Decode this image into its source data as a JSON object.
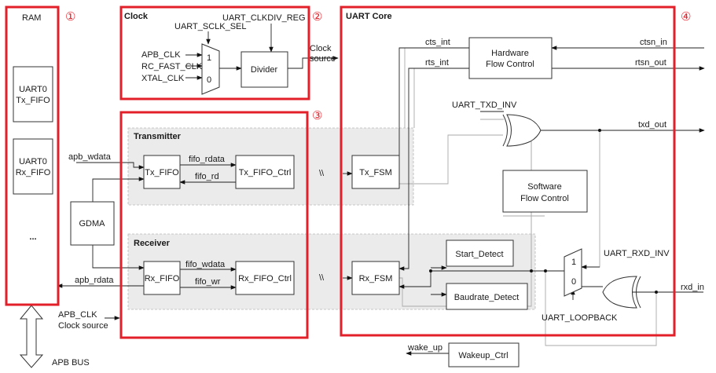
{
  "sections": {
    "ram": {
      "title": "RAM",
      "num": "①"
    },
    "clock": {
      "title": "Clock",
      "num": "②"
    },
    "transceiver": {
      "num": "③"
    },
    "core": {
      "title": "UART Core",
      "num": "④"
    }
  },
  "ram": {
    "tx_fifo": [
      "UART0",
      "Tx_FIFO"
    ],
    "rx_fifo": [
      "UART0",
      "Rx_FIFO"
    ],
    "more": "..."
  },
  "clock": {
    "clkdiv_reg": "UART_CLKDIV_REG",
    "sclk_sel": "UART_SCLK_SEL",
    "sources": [
      "APB_CLK",
      "RC_FAST_CLK",
      "XTAL_CLK"
    ],
    "mux_in1": "1",
    "mux_in0": "0",
    "divider": "Divider",
    "output": [
      "Clock",
      "source"
    ]
  },
  "transmitter": {
    "title": "Transmitter",
    "fifo": "Tx_FIFO",
    "fifo_ctrl": "Tx_FIFO_Ctrl",
    "fifo_rdata": "fifo_rdata",
    "fifo_rd": "fifo_rd",
    "fsm": "Tx_FSM",
    "link": "\\\\"
  },
  "receiver": {
    "title": "Receiver",
    "fifo": "Rx_FIFO",
    "fifo_ctrl": "Rx_FIFO_Ctrl",
    "fifo_wdata": "fifo_wdata",
    "fifo_wr": "fifo_wr",
    "fsm": "Rx_FSM",
    "link": "\\\\"
  },
  "bus": {
    "apb_wdata": "apb_wdata",
    "apb_rdata": "apb_rdata",
    "gdma": "GDMA",
    "apb_clk": "APB_CLK",
    "clock_source": "Clock source",
    "apb_bus": "APB BUS"
  },
  "core": {
    "cts_int": "cts_int",
    "rts_int": "rts_int",
    "hw_flow": [
      "Hardware",
      "Flow Control"
    ],
    "sw_flow": [
      "Software",
      "Flow Control"
    ],
    "ctsn_in": "ctsn_in",
    "rtsn_out": "rtsn_out",
    "txd_inv": "UART_TXD_INV",
    "txd_out": "txd_out",
    "start_detect": "Start_Detect",
    "baudrate_detect": "Baudrate_Detect",
    "mux_in1": "1",
    "mux_in0": "0",
    "rxd_inv": "UART_RXD_INV",
    "loopback": "UART_LOOPBACK",
    "rxd_in": "rxd_in"
  },
  "wakeup": {
    "label": "wake_up",
    "block": "Wakeup_Ctrl"
  }
}
